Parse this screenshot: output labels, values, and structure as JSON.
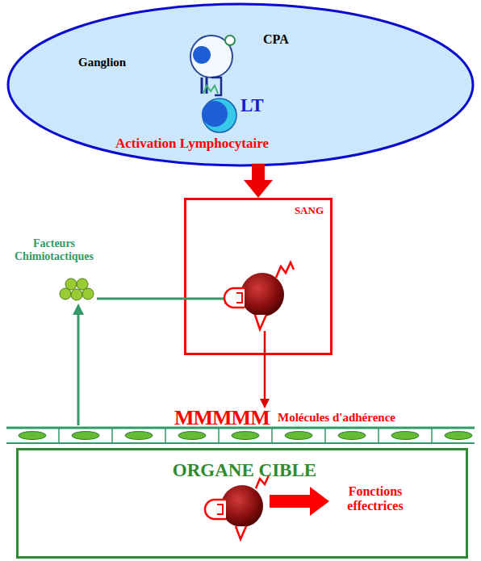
{
  "diagram": {
    "nodes": [
      {
        "text": [
          "CPA",
          "Ganglion",
          "LT",
          "Activation Lymphocytaire"
        ]
      },
      {
        "text": [
          "SANG"
        ]
      },
      {
        "text": [
          "ORGANE CIBLE",
          "Fonctions effectrices"
        ]
      }
    ],
    "edges": [
      {
        "from": 0,
        "to": 1,
        "arrow": "to"
      }
    ],
    "labels": [
      "Facteurs Chimiotactiques",
      "MMMMM",
      "Molécules d'adhérence"
    ]
  }
}
